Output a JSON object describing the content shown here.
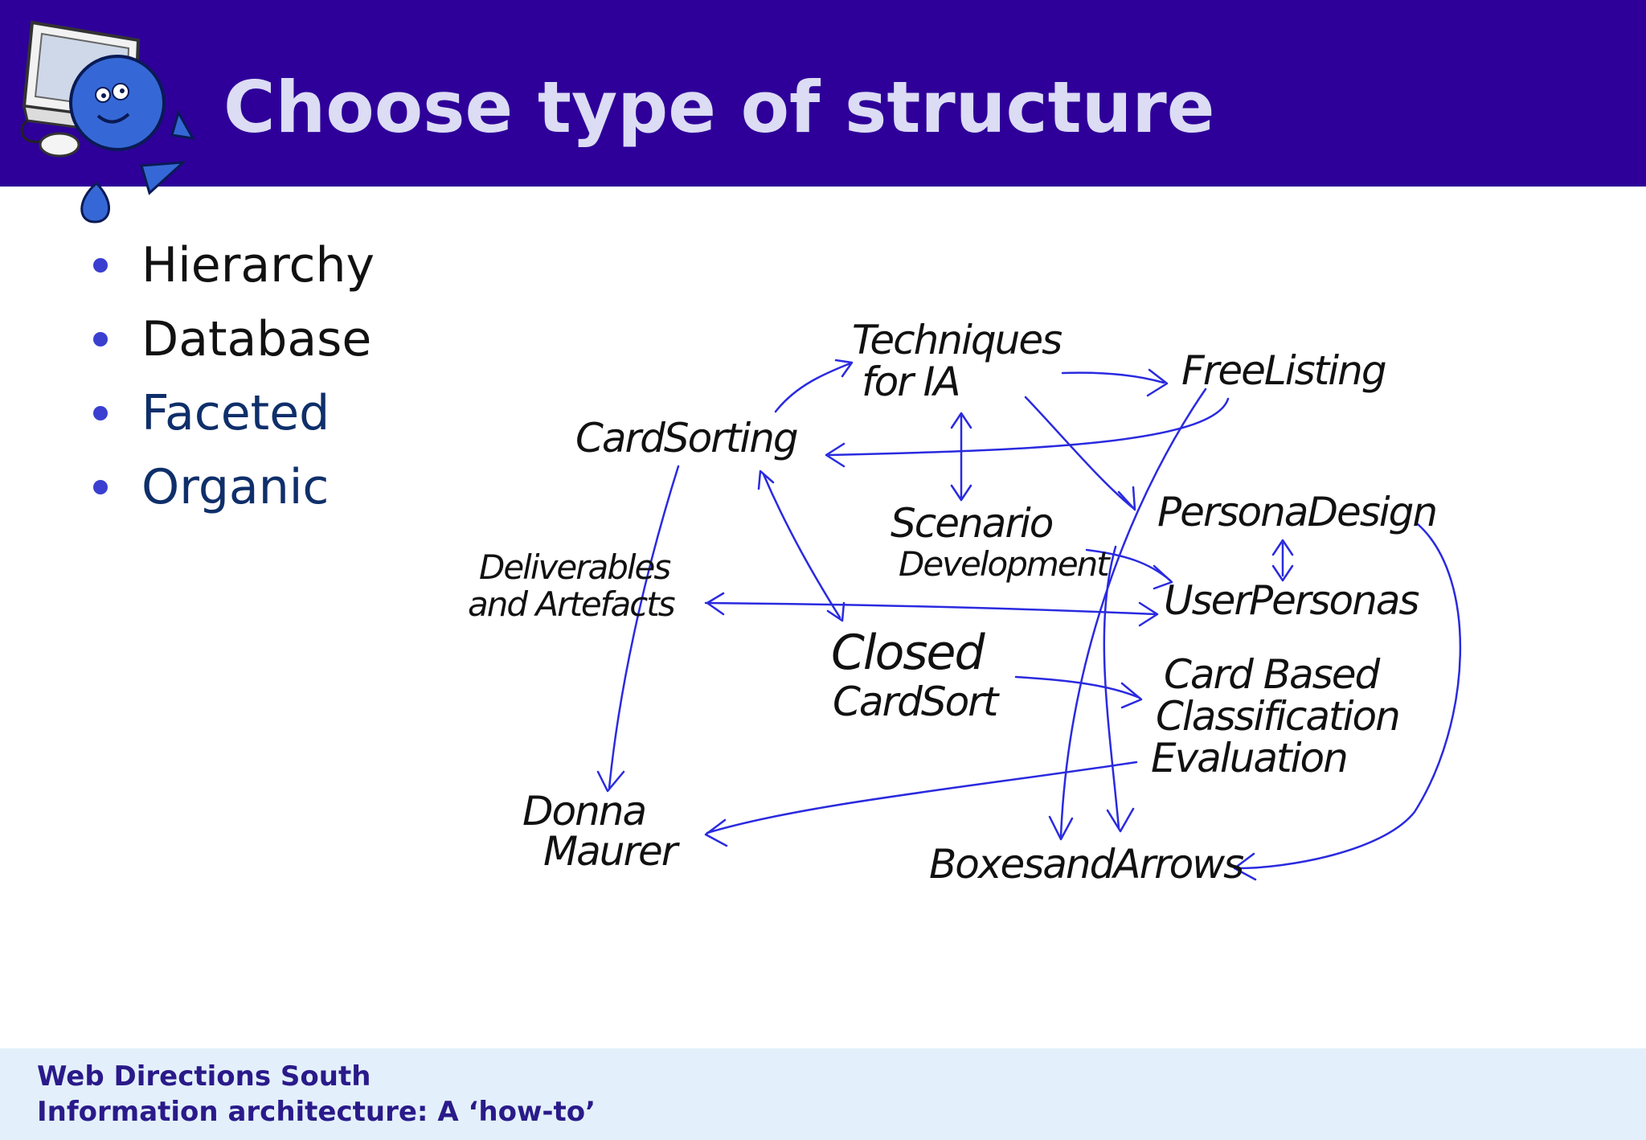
{
  "slide": {
    "title": "Choose type of structure",
    "bullets": [
      {
        "text": "Hierarchy",
        "color": "#111111"
      },
      {
        "text": "Database",
        "color": "#111111"
      },
      {
        "text": "Faceted",
        "color": "#0f2f6a"
      },
      {
        "text": "Organic",
        "color": "#0f2f6a"
      }
    ]
  },
  "diagram": {
    "nodes": {
      "techniques": [
        "Techniques",
        "for IA"
      ],
      "free_listing": [
        "FreeListing"
      ],
      "card_sorting": [
        "CardSorting"
      ],
      "scenario": [
        "Scenario",
        "Development"
      ],
      "persona_design": [
        "PersonaDesign"
      ],
      "user_personas": [
        "UserPersonas"
      ],
      "deliverables": [
        "Deliverables",
        "and Artefacts"
      ],
      "closed_card_sort": [
        "Closed",
        "CardSort"
      ],
      "card_based": [
        "Card Based",
        "Classification",
        "Evaluation"
      ],
      "donna": [
        "Donna",
        "Maurer"
      ],
      "boxes_arrows": [
        "BoxesandArrows"
      ]
    },
    "arrow_color": "#2a2ae0"
  },
  "footer": {
    "line1": "Web Directions South",
    "line2": "Information architecture: A ‘how-to’"
  },
  "colors": {
    "header_bg": "#2e0099",
    "title": "#dcdcf4",
    "footer_bg": "#e3f0fb",
    "footer_text": "#2a1a8a"
  }
}
